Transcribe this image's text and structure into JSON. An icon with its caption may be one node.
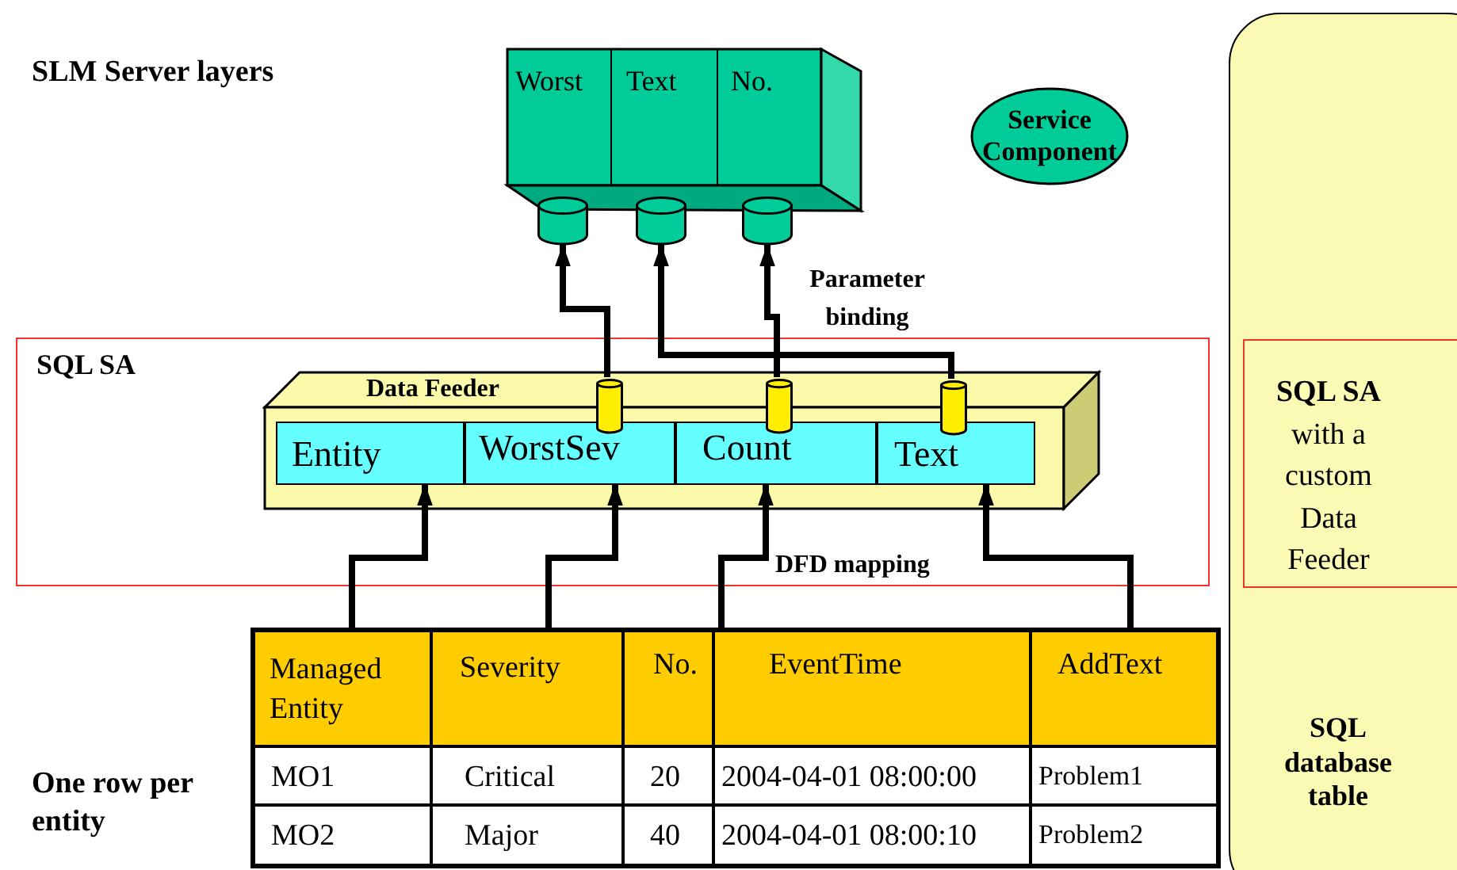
{
  "diagram": {
    "nodes": [
      {
        "text": [],
        "shape": "box"
      },
      {
        "text": [
          "Worst"
        ],
        "in": 0
      },
      {
        "text": [
          "Text"
        ],
        "in": 0
      },
      {
        "text": [
          "No."
        ],
        "in": 0
      },
      {
        "text": [
          "Service Component"
        ]
      },
      {
        "text": [],
        "shape": "cylinder"
      },
      {
        "text": [],
        "shape": "cylinder"
      },
      {
        "text": [],
        "shape": "cylinder"
      },
      {
        "text": [
          "SQL SA"
        ]
      },
      {
        "text": [
          "Data Feeder"
        ],
        "in": 8
      },
      {
        "text": [
          "Entity"
        ],
        "in": 9
      },
      {
        "text": [
          "WorstSev"
        ],
        "in": 9
      },
      {
        "text": [
          "Count"
        ],
        "in": 9
      },
      {
        "text": [
          "Text"
        ],
        "in": 9
      },
      {
        "text": [],
        "shape": "cylinder",
        "in": 9
      },
      {
        "text": [],
        "shape": "cylinder",
        "in": 9
      },
      {
        "text": [],
        "shape": "cylinder",
        "in": 9
      },
      {
        "text": [
          "Managed Entity"
        ]
      },
      {
        "text": [
          "Severity"
        ]
      },
      {
        "text": [
          "No."
        ]
      },
      {
        "text": [
          "EventTime"
        ]
      },
      {
        "text": [
          "AddText"
        ]
      },
      {
        "text": [
          "SQL database table"
        ]
      },
      {
        "text": [
          "**SQL SA** with a custom Data Feeder"
        ],
        "in": 22
      }
    ],
    "edges": [
      {
        "from": 14,
        "to": 5,
        "arrow": "to"
      },
      {
        "from": 15,
        "to": 7,
        "arrow": "to"
      },
      {
        "from": 16,
        "to": 6,
        "arrow": "to"
      },
      {
        "from": 17,
        "to": 10,
        "arrow": "to"
      },
      {
        "from": 18,
        "to": 11,
        "arrow": "to"
      },
      {
        "from": 20,
        "to": 12,
        "arrow": "to"
      },
      {
        "from": 21,
        "to": 13,
        "arrow": "to"
      }
    ],
    "labels": [
      "SLM Server layers",
      "Parameter binding",
      "DFD mapping",
      "One row per entity",
      "MO1",
      "Critical",
      "20",
      "2004-04-01 08:00:00",
      "Problem1",
      "MO2",
      "Major",
      "40",
      "2004-04-01 08:00:10",
      "Problem2"
    ]
  }
}
